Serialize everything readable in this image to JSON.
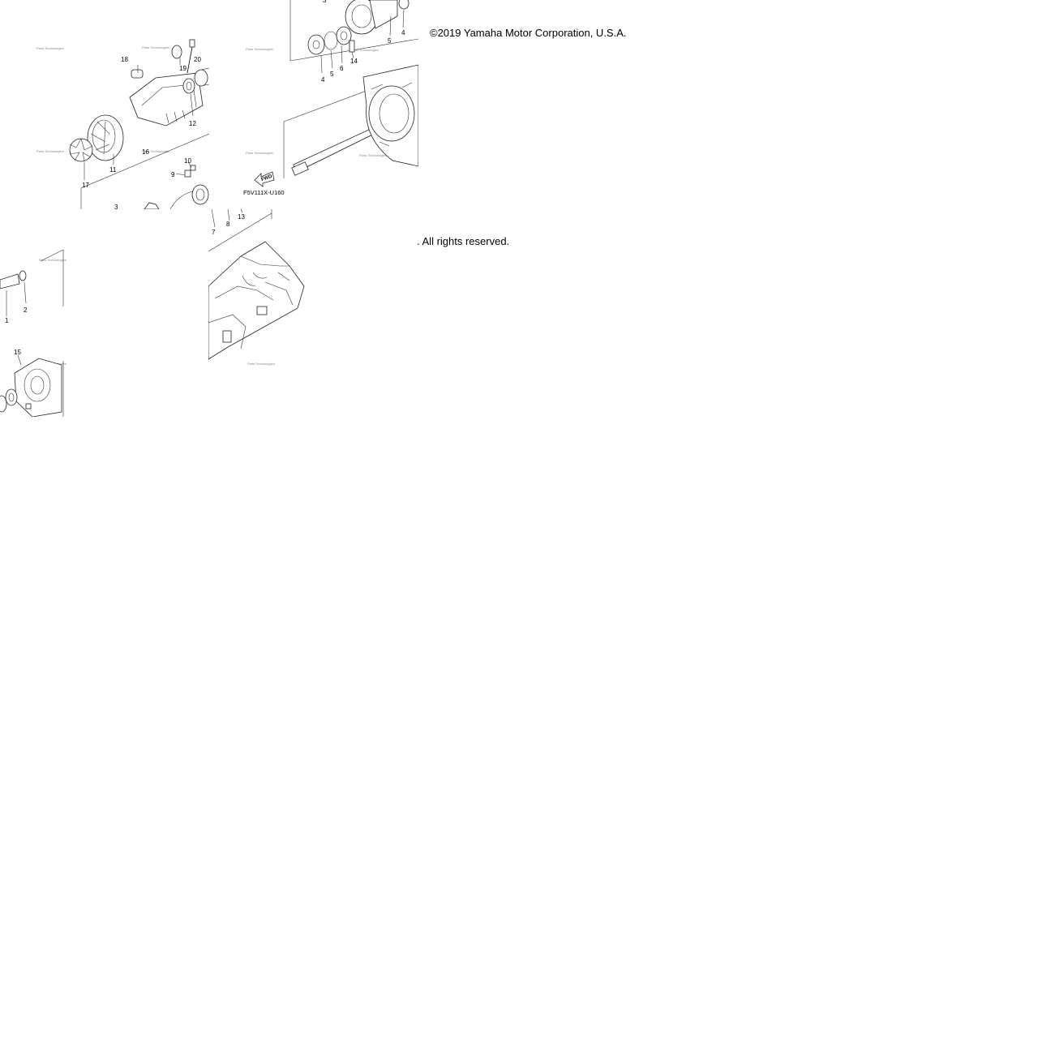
{
  "copyright": "©2019 Yamaha Motor Corporation, U.S.A.",
  "rights": ". All rights reserved.",
  "diagram_code": "F5V111X-U160",
  "fwd_label": "FWD",
  "watermark": "Parts Technologies",
  "callouts": [
    "1",
    "2",
    "3",
    "4",
    "5",
    "6",
    "7",
    "8",
    "9",
    "10",
    "11",
    "12",
    "13",
    "14",
    "15",
    "16",
    "17",
    "18",
    "19",
    "20"
  ]
}
